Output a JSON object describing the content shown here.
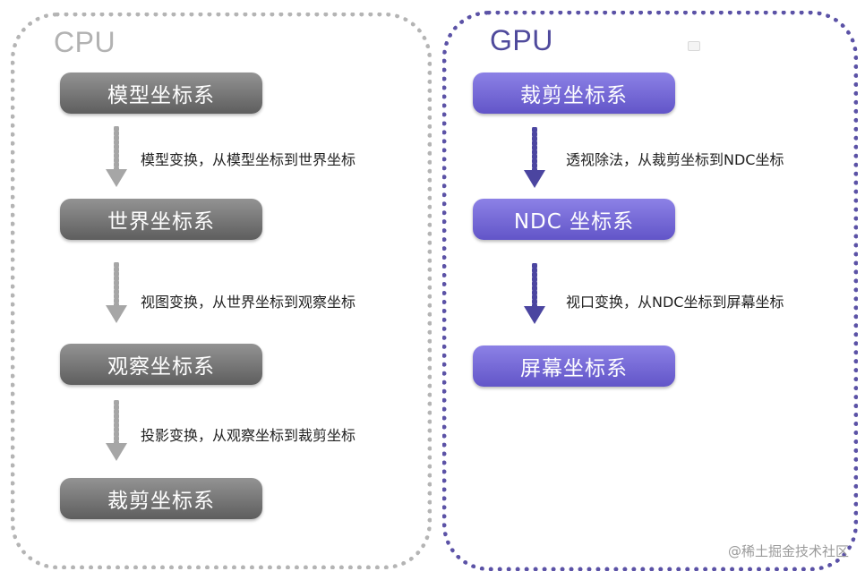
{
  "cpu": {
    "title": "CPU",
    "nodes": [
      "模型坐标系",
      "世界坐标系",
      "观察坐标系",
      "裁剪坐标系"
    ],
    "transforms": [
      "模型变换，从模型坐标到世界坐标",
      "视图变换，从世界坐标到观察坐标",
      "投影变换，从观察坐标到裁剪坐标"
    ]
  },
  "gpu": {
    "title": "GPU",
    "nodes": [
      "裁剪坐标系",
      "NDC 坐标系",
      "屏幕坐标系"
    ],
    "transforms": [
      "透视除法，从裁剪坐标到NDC坐标",
      "视口变换，从NDC坐标到屏幕坐标"
    ]
  },
  "watermark": "@稀土掘金技术社区",
  "colors": {
    "cpu_border": "#b4b4b4",
    "cpu_node": "#767676",
    "cpu_arrow": "#a6a6a6",
    "gpu_border": "#5b52a6",
    "gpu_node": "#6f63d6",
    "gpu_arrow": "#4b45a0"
  }
}
